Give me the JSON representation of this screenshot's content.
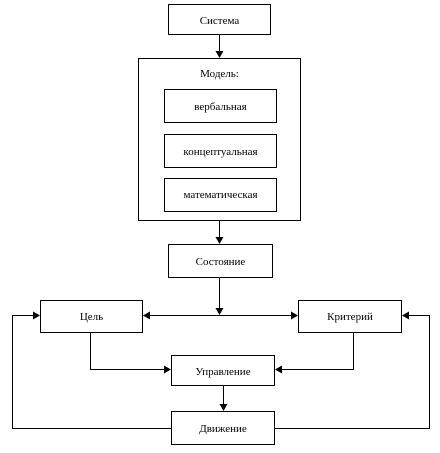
{
  "diagram": {
    "system": "Система",
    "model": {
      "title": "Модель:",
      "items": [
        "вербальная",
        "концептуальная",
        "математическая"
      ]
    },
    "state": "Состояние",
    "goal": "Цель",
    "criterion": "Критерий",
    "control": "Управление",
    "movement": "Движение"
  }
}
